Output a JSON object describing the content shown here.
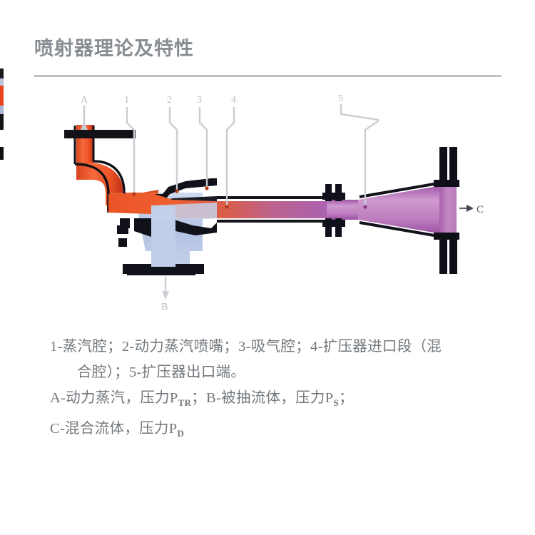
{
  "page": {
    "background": "#ffffff",
    "title": "喷射器理论及特性"
  },
  "edge_strip": {
    "name": "cropped-left-edge",
    "segments": [
      {
        "color": "#1b1b1b",
        "height": 14
      },
      {
        "color": "#b9c4dd",
        "height": 10
      },
      {
        "color": "#e8451f",
        "height": 28
      },
      {
        "color": "#aab6d4",
        "height": 12
      },
      {
        "color": "#141414",
        "height": 22
      },
      {
        "color": "#ffffff",
        "height": 24
      },
      {
        "color": "#111111",
        "height": 18
      }
    ]
  },
  "diagram": {
    "name": "steam-ejector-cross-section",
    "colors": {
      "body_outline": "#0d0d12",
      "motive_steam": "#ef5a28",
      "motive_steam_dark": "#c6331a",
      "suction_fluid": "#b9c6e6",
      "mixed_fluid": "#b06ab3",
      "mixed_fluid_light": "#c98fc4",
      "leader_line": "#c9ccd1",
      "label_text": "#b6babf"
    },
    "flow_labels": [
      {
        "id": "A",
        "text": "A",
        "meaning": "motive-steam-inlet"
      },
      {
        "id": "B",
        "text": "B",
        "meaning": "suction-inlet"
      },
      {
        "id": "C",
        "text": "C",
        "meaning": "mixed-fluid-outlet"
      }
    ],
    "part_labels": [
      {
        "id": "1",
        "text": "1",
        "meaning": "steam-chamber"
      },
      {
        "id": "2",
        "text": "2",
        "meaning": "motive-steam-nozzle"
      },
      {
        "id": "3",
        "text": "3",
        "meaning": "suction-chamber"
      },
      {
        "id": "4",
        "text": "4",
        "meaning": "diffuser-inlet-section"
      },
      {
        "id": "5",
        "text": "5",
        "meaning": "diffuser-outlet-end"
      }
    ]
  },
  "caption": {
    "name": "figure-caption",
    "line1": "1-蒸汽腔；2-动力蒸汽喷嘴；3-吸气腔；4-扩压器进口段（混",
    "line2": "合腔）；5-扩压器出口端。",
    "line3_a": "A-动力蒸汽，压力P",
    "line3_sub1": "TR",
    "line3_b": "；B-被抽流体，压力P",
    "line3_sub2": "S",
    "line3_c": "；",
    "line4_a": "C-混合流体，压力P",
    "line4_sub": "D"
  }
}
